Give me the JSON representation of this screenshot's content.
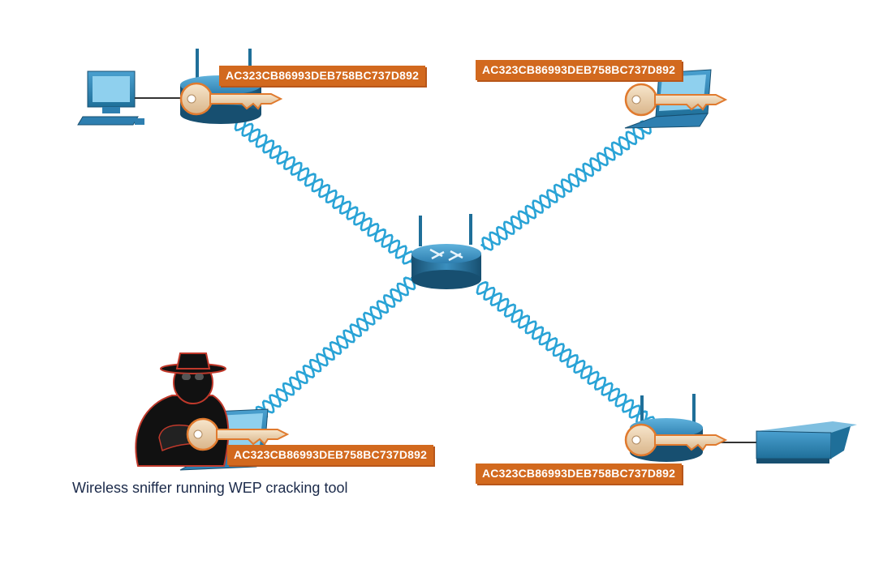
{
  "keys": {
    "top_left": "AC323CB86993DEB758BC737D892",
    "top_right": "AC323CB86993DEB758BC737D892",
    "bottom_left": "AC323CB86993DEB758BC737D892",
    "bottom_right": "AC323CB86993DEB758BC737D892"
  },
  "caption": "Wireless sniffer running WEP cracking tool",
  "colors": {
    "key_label_bg": "#d2691e",
    "wave": "#29a3d6",
    "device_blue": "#2e7fb0",
    "router_blue": "#1f6f99"
  },
  "icons": [
    "desktop-computer-icon",
    "wireless-router-icon",
    "laptop-icon",
    "access-point-icon",
    "printer-icon",
    "key-icon",
    "hacker-icon"
  ]
}
